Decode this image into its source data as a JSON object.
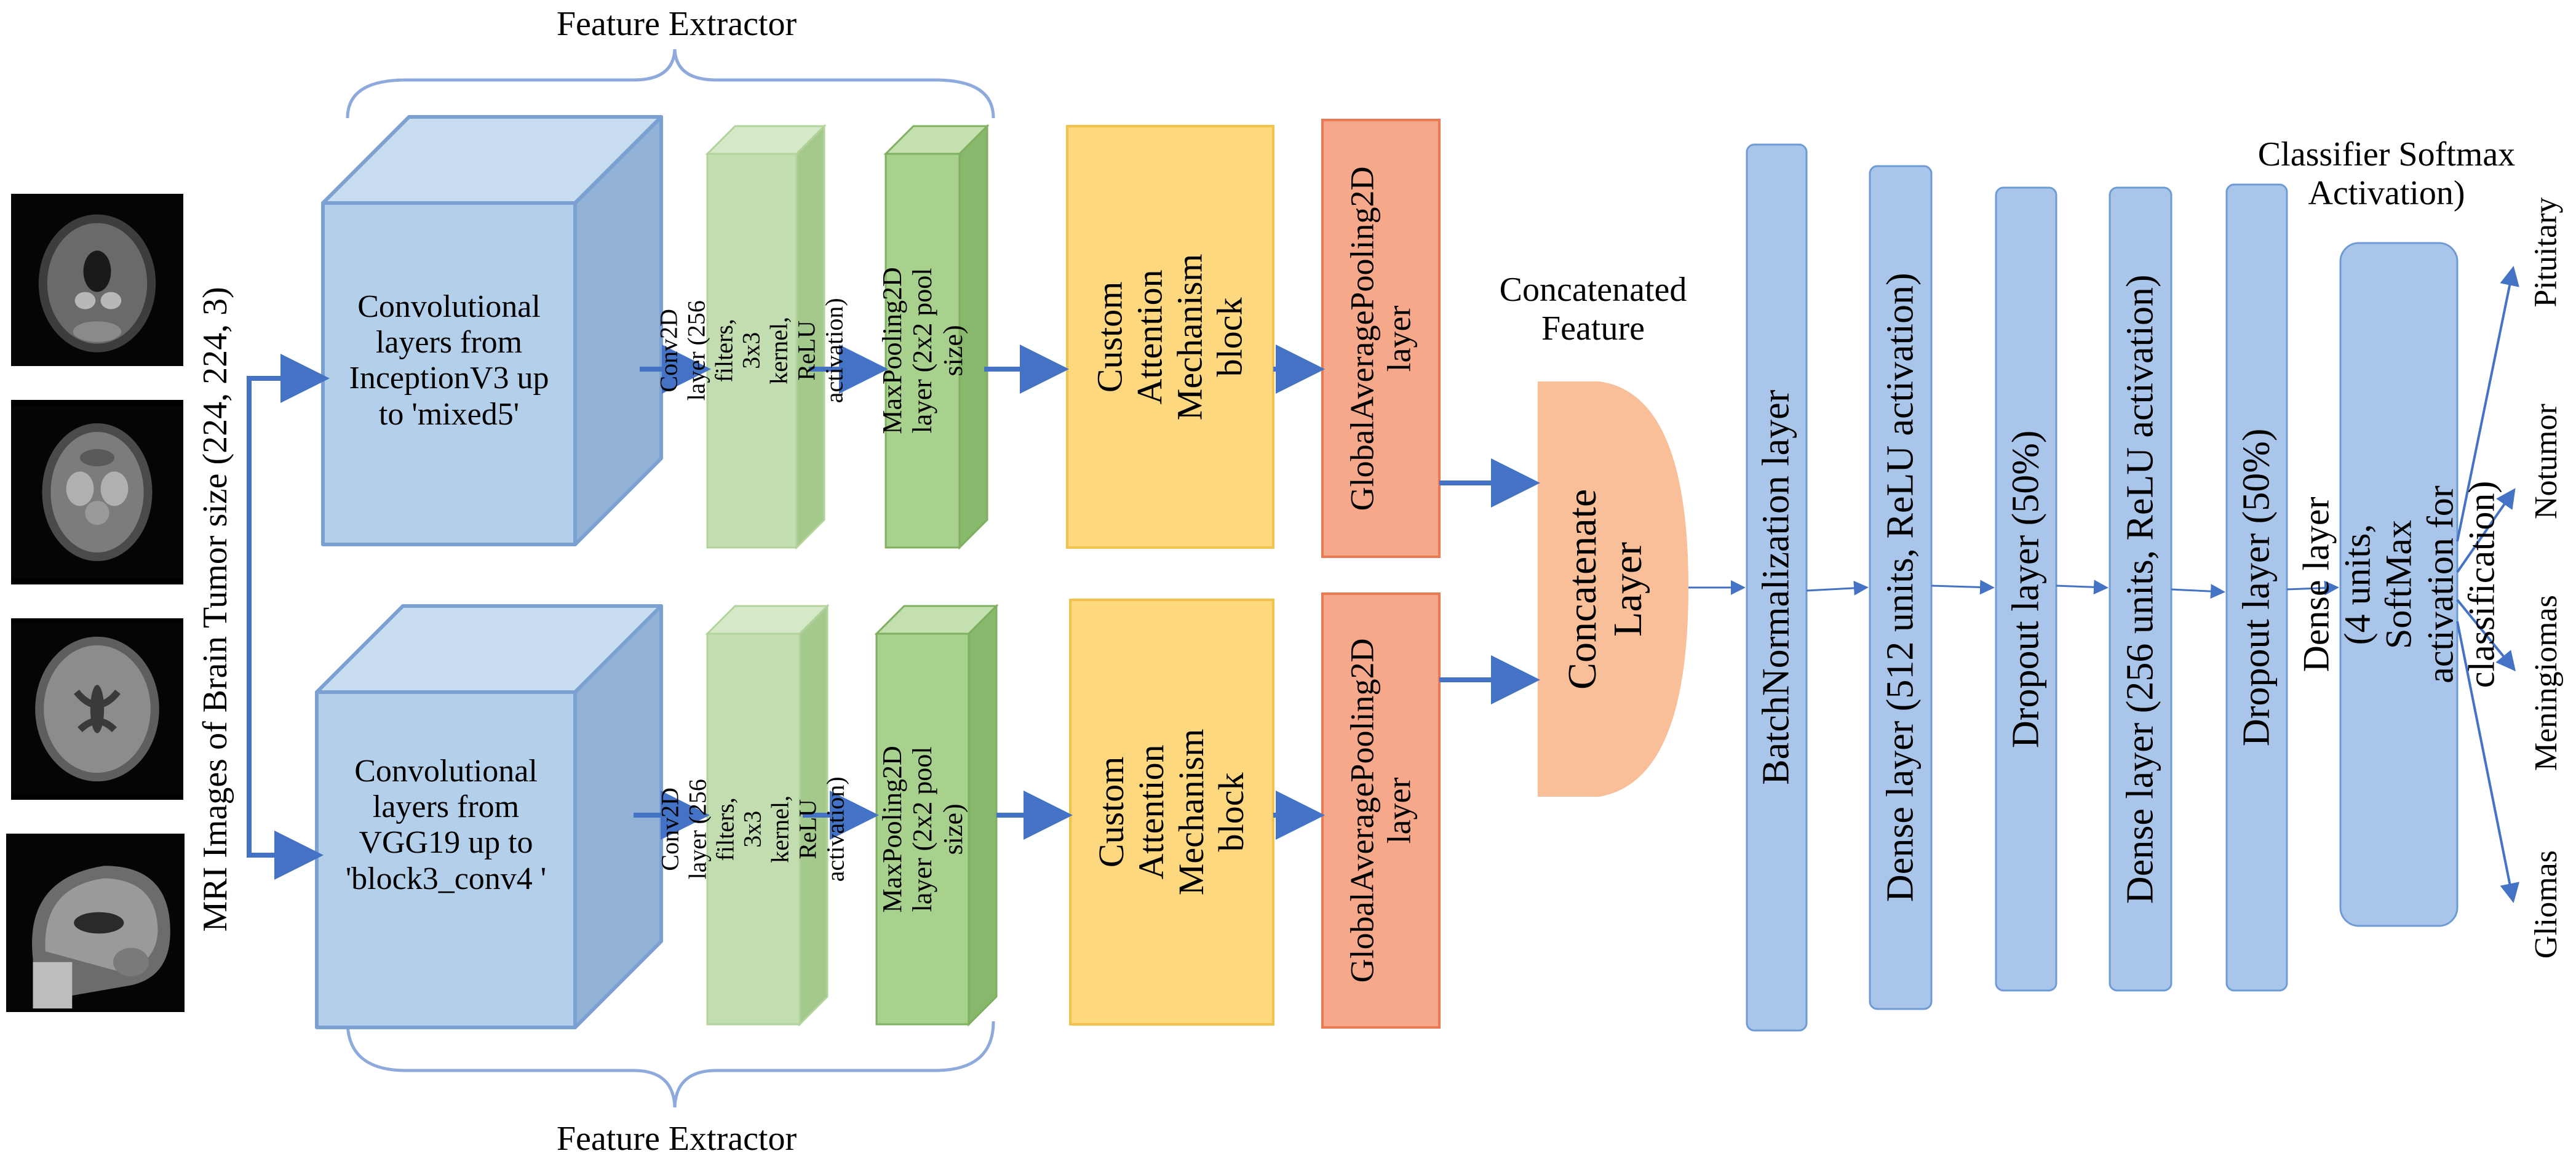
{
  "input": {
    "label": "MRI Images of Brain Tumor size (224, 224, 3)",
    "thumbnails": [
      "mri-coronal",
      "mri-axial",
      "mri-axial-flair",
      "mri-sagittal"
    ]
  },
  "branches": {
    "top": {
      "backbone": "Convolutional layers from InceptionV3 up to 'mixed5'",
      "conv": "Conv2D layer (256 filters, 3x3 kernel, ReLU activation)",
      "pool": "MaxPooling2D layer (2x2 pool size)",
      "attention": "Custom Attention Mechanism block",
      "gap": "GlobalAveragePooling2D layer"
    },
    "bottom": {
      "backbone": "Convolutional layers from VGG19 up to 'block3_conv4 '",
      "conv": "Conv2D layer (256 filters, 3x3 kernel, ReLU activation)",
      "pool": "MaxPooling2D layer (2x2 pool size)",
      "attention": "Custom Attention Mechanism block",
      "gap": "GlobalAveragePooling2D layer"
    }
  },
  "feature_extractor_label": "Feature Extractor",
  "concat": {
    "caption": "Concatenated Feature",
    "label": "Concatenate Layer"
  },
  "classifier_layers": [
    "BatchNormalization layer",
    "Dense layer (512 units, ReLU activation)",
    "Dropout layer (50%)",
    "Dense layer (256 units, ReLU activation)",
    "Dropout layer (50%)",
    "Dense layer (4 units, SoftMax activation for classification)"
  ],
  "classifier_caption": "Classifier Softmax Activation)",
  "outputs": [
    "Pituitary",
    "Notumor",
    "Meningiomas",
    "Gliomas"
  ],
  "colors": {
    "cube_front": "#b4cfea",
    "cube_top": "#c9ddf1",
    "cube_side": "#92b2d6",
    "cube_border": "#7ba0d2",
    "conv_front": "#c2ddb0",
    "conv_top": "#d5e8c8",
    "conv_side": "#a4c98d",
    "pool_front": "#a8d18d",
    "pool_top": "#c3e0ae",
    "pool_side": "#87b86b",
    "attention": "#fed87f",
    "attention_border": "#f2c24e",
    "gap": "#f6a98a",
    "gap_border": "#ea7a53",
    "concat": "#f8bf98",
    "classifier": "#a9c6ea",
    "classifier_border": "#6f9bd5",
    "arrow": "#4472c4",
    "brace": "#8eaadc"
  }
}
